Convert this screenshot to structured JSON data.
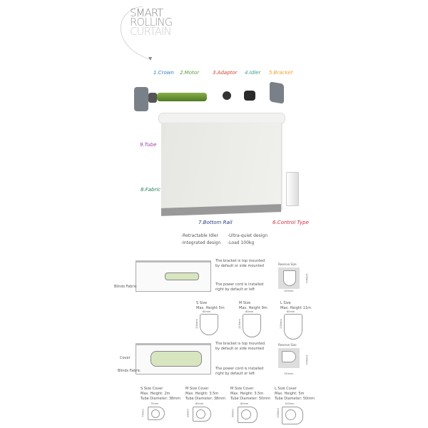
{
  "title": {
    "line1": "SMART",
    "line2": "ROLLING",
    "line3": "CURTAIN"
  },
  "parts": [
    {
      "label": "1.Crown",
      "color": "#2f7fc1"
    },
    {
      "label": "2.Motor",
      "color": "#5a9a3a"
    },
    {
      "label": "3.Adaptor",
      "color": "#d9402a"
    },
    {
      "label": "4.Idler",
      "color": "#3a9a8a"
    },
    {
      "label": "5.Bracket",
      "color": "#f0a030"
    },
    {
      "label": "6.Control Type",
      "color": "#d82a3a"
    },
    {
      "label": "7.Bottom Rail",
      "color": "#2a3a8a"
    },
    {
      "label": "8.Fabric",
      "color": "#2a7a5a"
    },
    {
      "label": "9.Tube",
      "color": "#a03aa0"
    }
  ],
  "features": [
    "-Retractable Idler",
    "-Integrated design",
    "-Ultra-quiet design",
    "-Load 100kg"
  ],
  "section1": {
    "note_bracket": [
      "The bracket is top mounted",
      "by default or side mounted"
    ],
    "note_cord": [
      "The power cord is installed",
      "right by default or left"
    ],
    "blinds_fabric": "Blinds Fabric",
    "reserve": {
      "title": "Reserve Size",
      "w": "100mm",
      "h": "120mm"
    },
    "sizes": [
      {
        "name": "S Size",
        "height": "Max. Height 5m",
        "w": "80mm",
        "h": "100mm"
      },
      {
        "name": "M Size",
        "height": "Max. Height 9m",
        "w": "80mm",
        "h": "110mm"
      },
      {
        "name": "L Size",
        "height": "Max. Height 11m",
        "w": "80mm",
        "h": "130mm"
      }
    ]
  },
  "section2": {
    "note_bracket": [
      "The bracket is top mounted",
      "by default or side mounted"
    ],
    "note_cord": [
      "The power cord is installed",
      "right by default or left"
    ],
    "cover": "Cover",
    "blinds_fabric": "Blinds Fabric",
    "reserve": {
      "title": "Reserve Size",
      "w": "150mm",
      "h": "120mm"
    },
    "sizes": [
      {
        "name": "S Size Cover",
        "height": "Max. Height: 2m",
        "tube": "Tube Diameter: 38mm",
        "w": "70mm",
        "h": "70mm"
      },
      {
        "name": "M Size Cover",
        "height": "Max. Height: 3.5m",
        "tube": "Tube Diameter: 38mm",
        "w": "80mm",
        "h": "80mm"
      },
      {
        "name": "M Size Cover",
        "height": "Max. Height: 3.5m",
        "tube": "Tube Diameter: 50mm",
        "w": "80mm",
        "h": "80mm"
      },
      {
        "name": "L Size Cover",
        "height": "Max. Height: 5m",
        "tube": "Tube Diameter: 50mm",
        "w": "100mm",
        "h": "100mm"
      }
    ]
  }
}
